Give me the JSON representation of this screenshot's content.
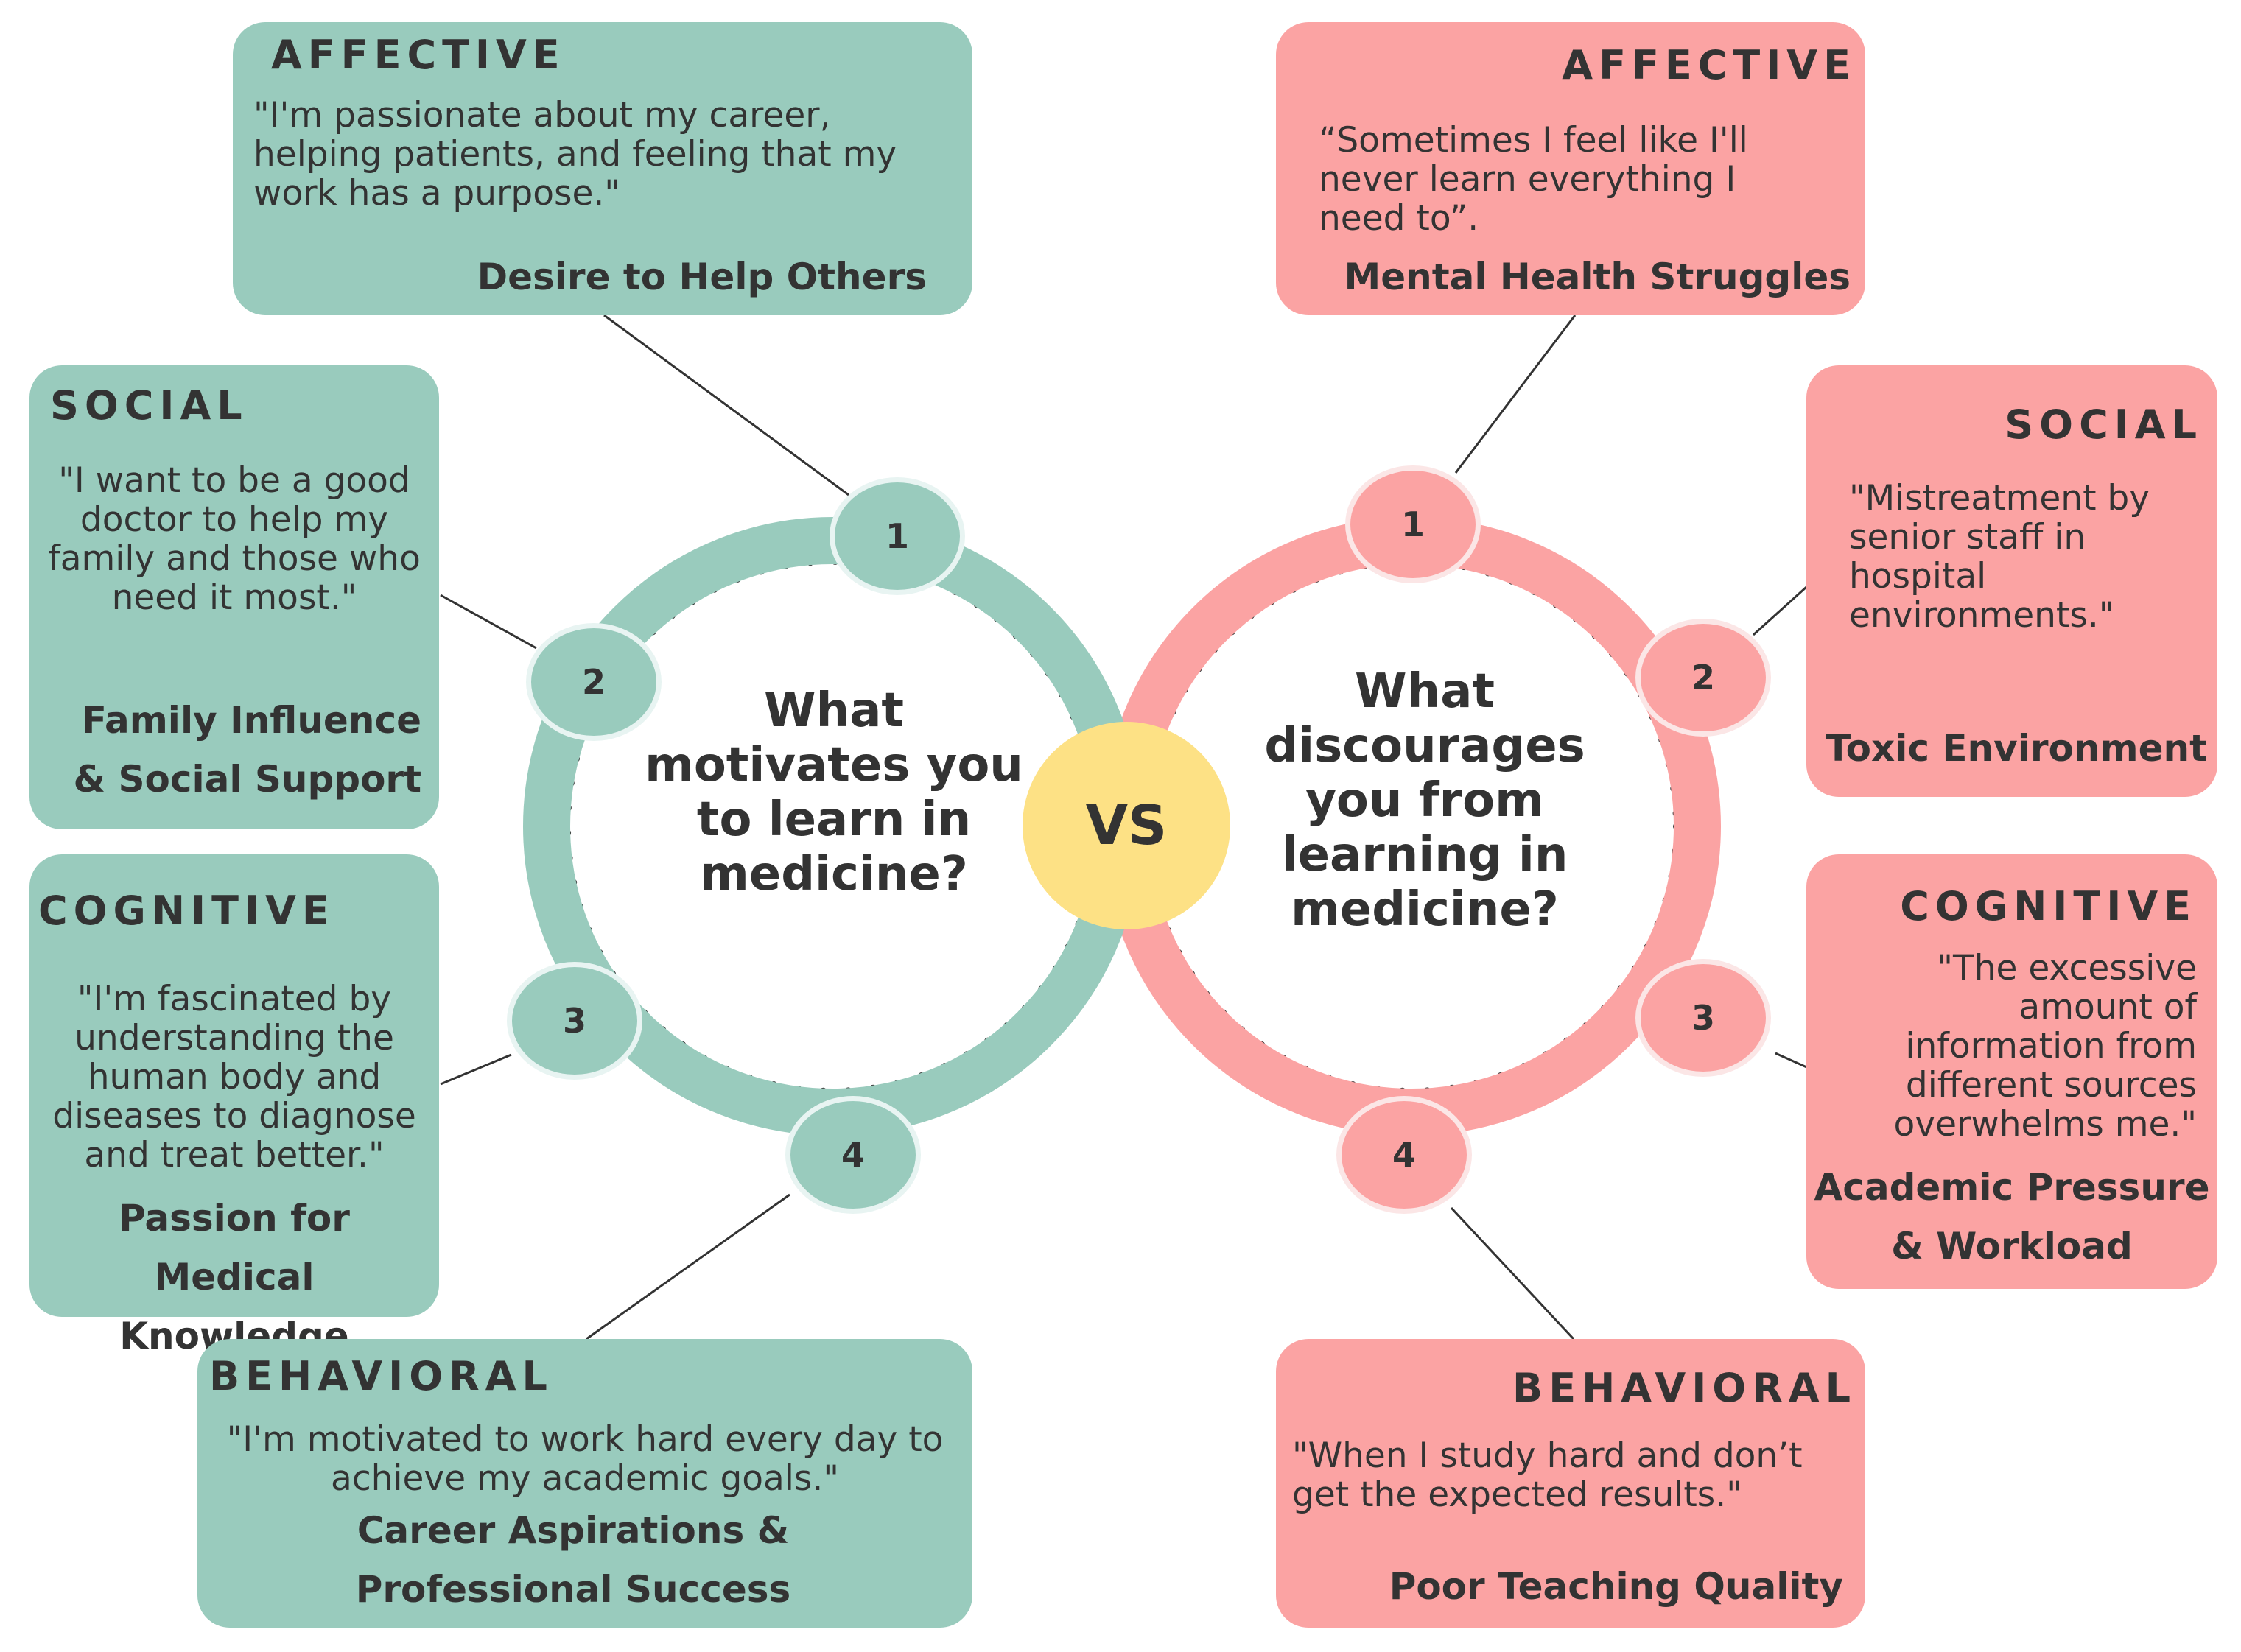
{
  "left": {
    "question": "What motivates you to learn in medicine?",
    "nodes": [
      "1",
      "2",
      "3",
      "4"
    ],
    "boxes": {
      "affective": {
        "title": "AFFECTIVE",
        "quote": "\"I'm passionate about my career, helping patients, and feeling that my work has a purpose.\"",
        "label": "Desire to Help Others"
      },
      "social": {
        "title": "SOCIAL",
        "quote": "\"I want to be a good doctor to help my family and those who need it most.\"",
        "label": "Family Influence & Social Support"
      },
      "cognitive": {
        "title": "COGNITIVE",
        "quote": "\"I'm fascinated by understanding the human body and diseases to diagnose and treat better.\"",
        "label": "Passion for Medical Knowledge"
      },
      "behavioral": {
        "title": "BEHAVIORAL",
        "quote": "\"I'm motivated to work hard every day to achieve my academic goals.\"",
        "label": "Career Aspirations & Professional Success"
      }
    }
  },
  "right": {
    "question": "What discourages you from learning in medicine?",
    "nodes": [
      "1",
      "2",
      "3",
      "4"
    ],
    "boxes": {
      "affective": {
        "title": "AFFECTIVE",
        "quote": "“Sometimes I feel like I'll never learn everything I need to”.",
        "label": "Mental Health Struggles"
      },
      "social": {
        "title": "SOCIAL",
        "quote": "\"Mistreatment by senior staff in hospital environments.\"",
        "label": "Toxic Environment"
      },
      "cognitive": {
        "title": "COGNITIVE",
        "quote": "\"The excessive amount of information from different sources overwhelms me.\"",
        "label": "Academic Pressure & Workload"
      },
      "behavioral": {
        "title": "BEHAVIORAL",
        "quote": "\"When I study hard and don’t get the expected results.\"",
        "label": "Poor Teaching Quality"
      }
    }
  },
  "vs_label": "VS",
  "colors": {
    "green": "#99cbbd",
    "pink": "#fba3a3",
    "vs_yellow": "#fde185",
    "text": "#333333"
  }
}
